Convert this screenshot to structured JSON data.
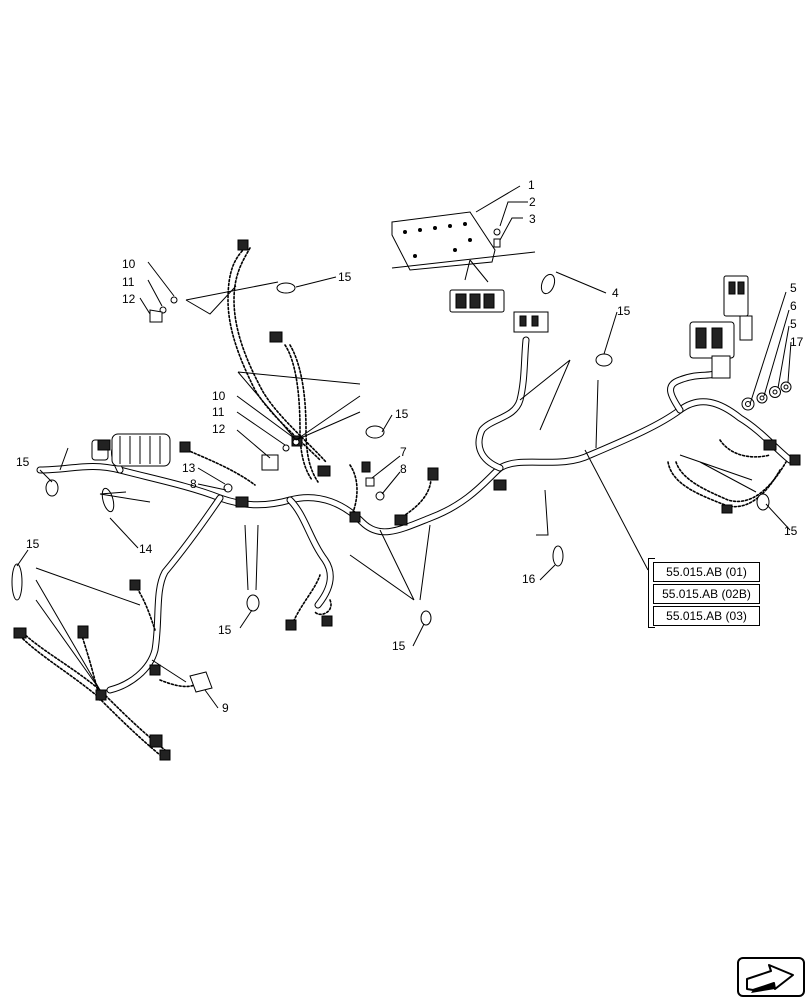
{
  "callouts": {
    "c1": "1",
    "c2": "2",
    "c3": "3",
    "c4": "4",
    "c5a": "5",
    "c6": "6",
    "c5b": "5",
    "c17": "17",
    "c10a": "10",
    "c11a": "11",
    "c12a": "12",
    "c10b": "10",
    "c11b": "11",
    "c12b": "12",
    "c13": "13",
    "c8a": "8",
    "c7": "7",
    "c8b": "8",
    "c14": "14",
    "c9": "9",
    "c16": "16",
    "c15a": "15",
    "c15b": "15",
    "c15c": "15",
    "c15d": "15",
    "c15e": "15",
    "c15f": "15",
    "c15g": "15",
    "c15h": "15"
  },
  "references": [
    "55.015.AB (01)",
    "55.015.AB (02B)",
    "55.015.AB (03)"
  ],
  "icons": {
    "nav": "arrow-navigation-icon"
  }
}
